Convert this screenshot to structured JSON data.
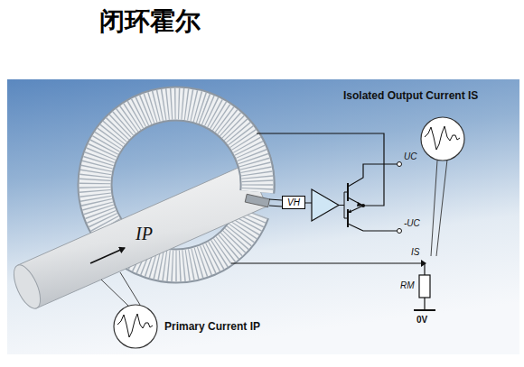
{
  "diagram": {
    "title": "闭环霍尔",
    "nodes": [
      {
        "text": [
          "VH"
        ]
      }
    ],
    "labels": [
      "IP",
      "Primary Current IP",
      "Isolated Output Current IS",
      "UC",
      "-UC",
      "IS",
      "RM",
      "0V"
    ]
  }
}
